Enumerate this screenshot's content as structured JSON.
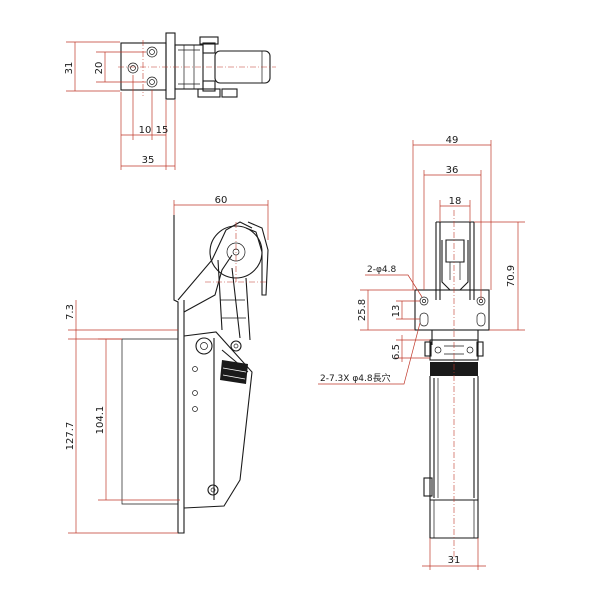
{
  "dimensions": {
    "top_view": {
      "height_31": "31",
      "hole_pitch_20": "20",
      "offset_10": "10",
      "offset_15": "15",
      "width_35": "35"
    },
    "side_view": {
      "width_60": "60",
      "offset_7_3": "7.3",
      "height_127_7": "127.7",
      "height_104_1": "104.1"
    },
    "front_view": {
      "width_49": "49",
      "width_36": "36",
      "width_18": "18",
      "height_70_9": "70.9",
      "height_25_8": "25.8",
      "height_13": "13",
      "height_6_5": "6.5",
      "bottom_31": "31"
    }
  },
  "notes": {
    "holes": "2-φ4.8",
    "slots": "2-7.3X φ4.8長穴"
  },
  "colors": {
    "line": "#1a1a1a",
    "dimension": "#c0392b"
  }
}
